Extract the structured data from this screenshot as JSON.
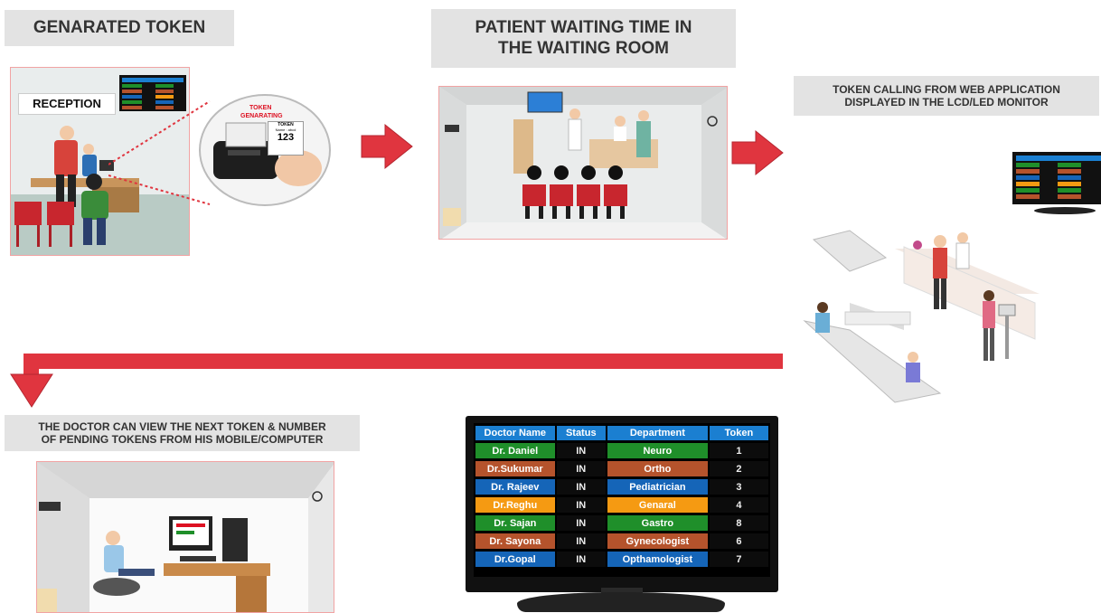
{
  "labels": {
    "step1": "GENARATED TOKEN",
    "step2_line1": "PATIENT WAITING TIME IN",
    "step2_line2": "THE WAITING ROOM",
    "step3_line1": "TOKEN CALLING FROM WEB APPLICATION",
    "step3_line2": "DISPLAYED IN THE LCD/LED MONITOR",
    "step4_line1": "THE DOCTOR CAN VIEW THE NEXT TOKEN & NUMBER",
    "step4_line2": "OF PENDING TOKENS FROM HIS MOBILE/COMPUTER"
  },
  "reception": {
    "sign": "RECEPTION",
    "token_title_1": "TOKEN",
    "token_title_2": "GENARATING",
    "token_small": "TOKEN",
    "token_name": "Name : abcd",
    "token_number": "123"
  },
  "display_table": {
    "headers": [
      "Doctor Name",
      "Status",
      "Department",
      "Token"
    ],
    "rows": [
      {
        "doctor": "Dr. Daniel",
        "status": "IN",
        "department": "Neuro",
        "token": "1",
        "color": "#1f8f2a"
      },
      {
        "doctor": "Dr.Sukumar",
        "status": "IN",
        "department": "Ortho",
        "token": "2",
        "color": "#b5532c"
      },
      {
        "doctor": "Dr. Rajeev",
        "status": "IN",
        "department": "Pediatrician",
        "token": "3",
        "color": "#1565b8"
      },
      {
        "doctor": "Dr.Reghu",
        "status": "IN",
        "department": "Genaral",
        "token": "4",
        "color": "#f59a12"
      },
      {
        "doctor": "Dr. Sajan",
        "status": "IN",
        "department": "Gastro",
        "token": "8",
        "color": "#1f8f2a"
      },
      {
        "doctor": "Dr. Sayona",
        "status": "IN",
        "department": "Gynecologist",
        "token": "6",
        "color": "#b5532c"
      },
      {
        "doctor": "Dr.Gopal",
        "status": "IN",
        "department": "Opthamologist",
        "token": "7",
        "color": "#1565b8"
      }
    ]
  },
  "colors": {
    "arrow": "#e0353f",
    "label_bg": "#e3e3e3",
    "header_blue": "#1b7fd1"
  }
}
